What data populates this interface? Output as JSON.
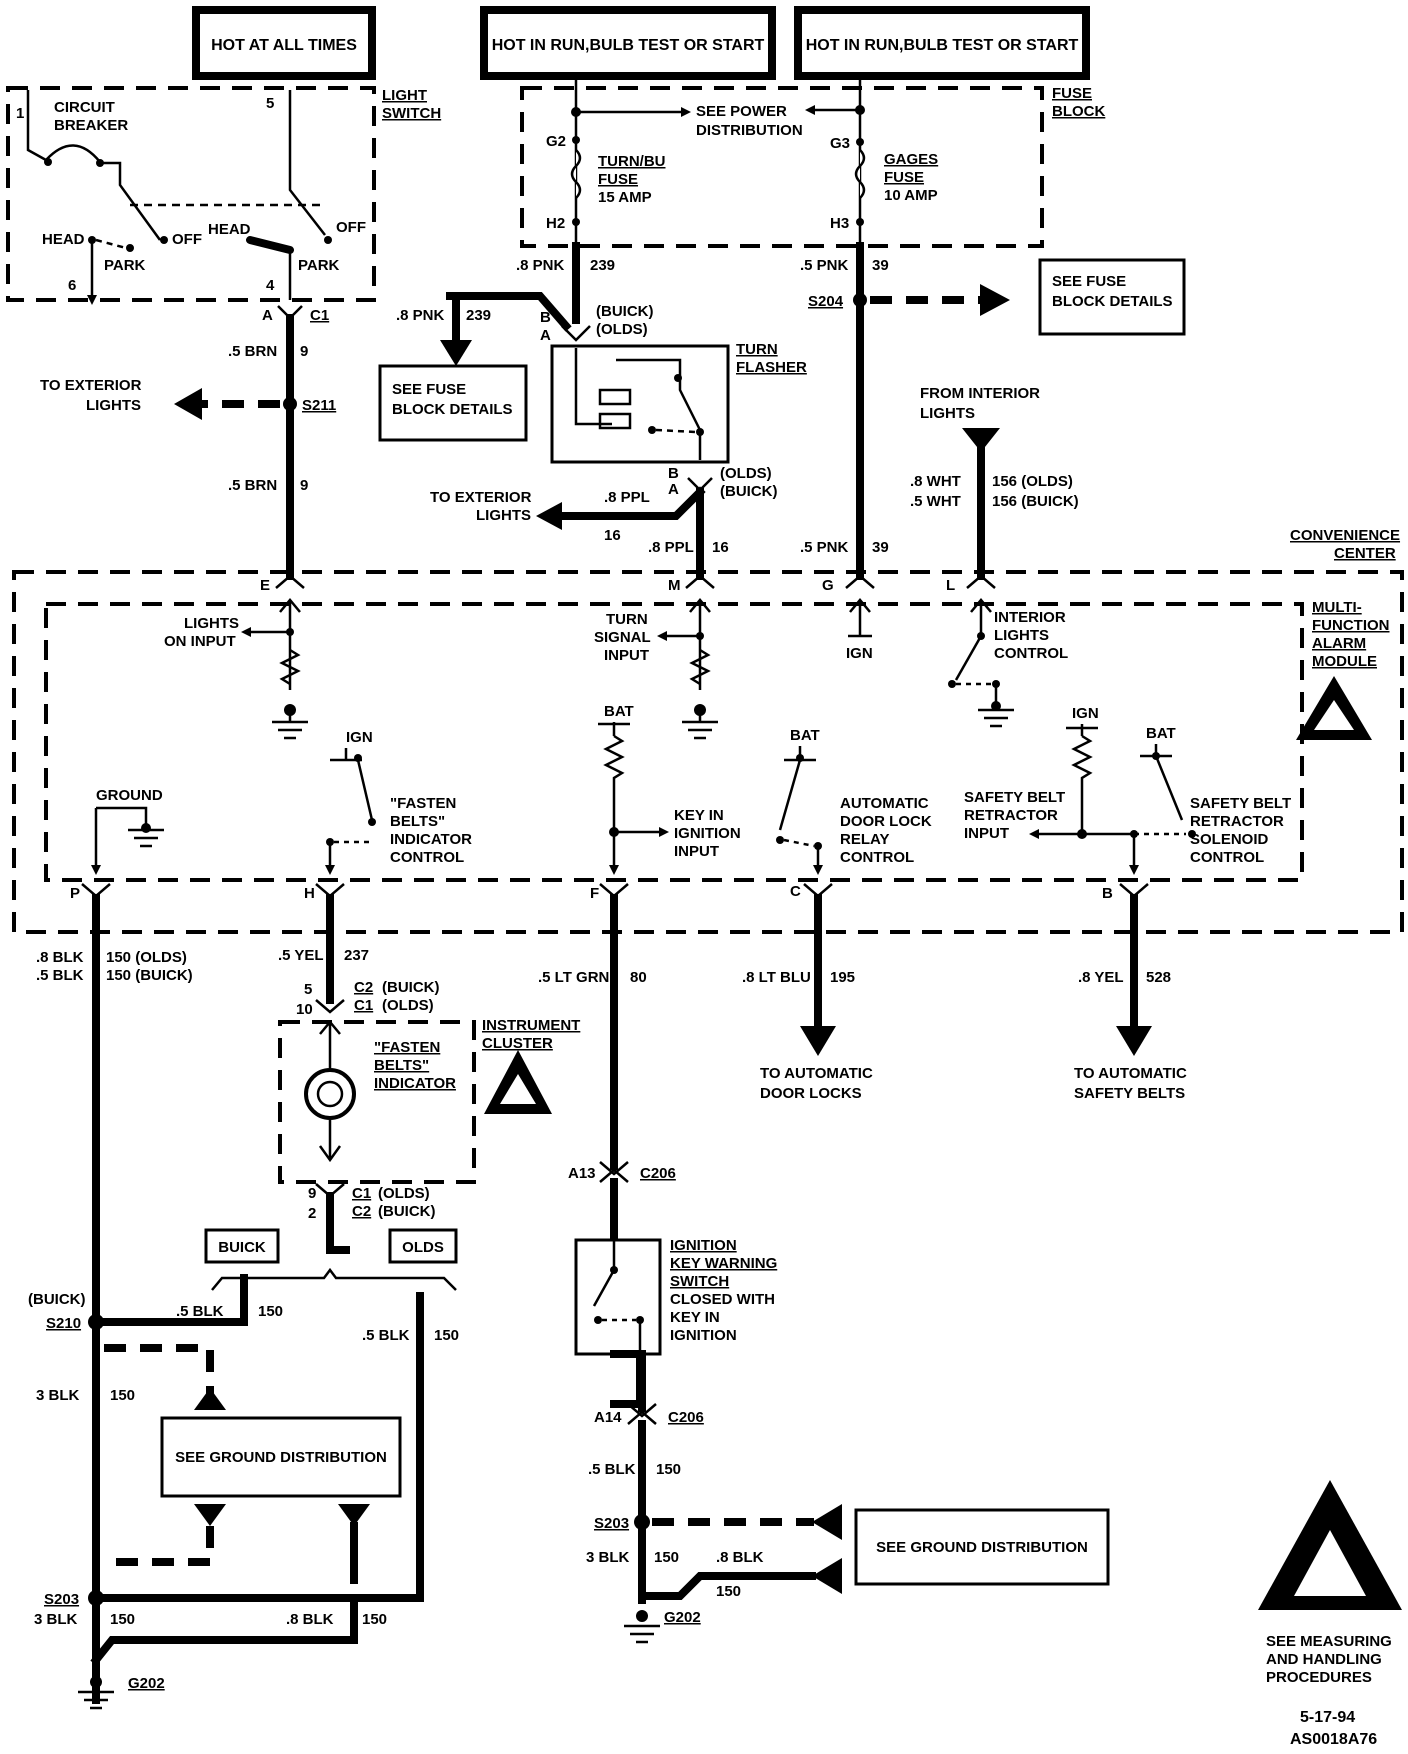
{
  "headers": [
    "HOT AT ALL TIMES",
    "HOT IN RUN,BULB TEST OR START",
    "HOT IN RUN,BULB TEST OR START"
  ],
  "components": {
    "light_switch": [
      "LIGHT",
      "SWITCH"
    ],
    "circuit_breaker": [
      "CIRCUIT",
      "BREAKER"
    ],
    "fuse_block": [
      "FUSE",
      "BLOCK"
    ],
    "turn_fuse": [
      "TURN/BU",
      "FUSE",
      "15 AMP"
    ],
    "gages_fuse": [
      "GAGES",
      "FUSE",
      "10 AMP"
    ],
    "turn_flasher": [
      "TURN",
      "FLASHER"
    ],
    "convenience_center": [
      "CONVENIENCE",
      "CENTER"
    ],
    "alarm_module": [
      "MULTI-",
      "FUNCTION",
      "ALARM",
      "MODULE"
    ],
    "instrument_cluster": [
      "INSTRUMENT",
      "CLUSTER"
    ],
    "fasten_indicator": [
      "\"FASTEN",
      "BELTS\"",
      "INDICATOR"
    ],
    "key_switch": [
      "IGNITION",
      "KEY WARNING",
      "SWITCH",
      "CLOSED WITH",
      "KEY IN",
      "IGNITION"
    ]
  },
  "switch_labels": {
    "head": "HEAD",
    "park": "PARK",
    "off": "OFF",
    "pin1": "1",
    "pin5": "5",
    "pin6": "6",
    "pin4": "4"
  },
  "reference_boxes": {
    "fuse_details_left": [
      "SEE FUSE",
      "BLOCK DETAILS"
    ],
    "fuse_details_right": [
      "SEE FUSE",
      "BLOCK DETAILS"
    ],
    "ground_left": "SEE  GROUND  DISTRIBUTION",
    "ground_right": "SEE GROUND DISTRIBUTION",
    "buick": "BUICK",
    "olds": "OLDS"
  },
  "pointers": {
    "power_distribution": [
      "SEE POWER",
      "DISTRIBUTION"
    ],
    "exterior_lights_1": [
      "TO EXTERIOR",
      "LIGHTS"
    ],
    "exterior_lights_2": [
      "TO EXTERIOR",
      "LIGHTS"
    ],
    "from_interior": [
      "FROM INTERIOR",
      "LIGHTS"
    ],
    "door_locks": [
      "TO AUTOMATIC",
      "DOOR LOCKS"
    ],
    "safety_belts": [
      "TO AUTOMATIC",
      "SAFETY BELTS"
    ]
  },
  "module_labels": {
    "lights_on": [
      "LIGHTS",
      "ON INPUT"
    ],
    "turn_signal": [
      "TURN",
      "SIGNAL",
      "INPUT"
    ],
    "ign": "IGN",
    "interior_control": [
      "INTERIOR",
      "LIGHTS",
      "CONTROL"
    ],
    "bat": "BAT",
    "ground": "GROUND",
    "fasten_control": [
      "\"FASTEN",
      "BELTS\"",
      "INDICATOR",
      "CONTROL"
    ],
    "key_input": [
      "KEY IN",
      "IGNITION",
      "INPUT"
    ],
    "door_relay": [
      "AUTOMATIC",
      "DOOR LOCK",
      "RELAY",
      "CONTROL"
    ],
    "retractor_input": [
      "SAFETY BELT",
      "RETRACTOR",
      "INPUT"
    ],
    "retractor_solenoid": [
      "SAFETY BELT",
      "RETRACTOR",
      "SOLENOID",
      "CONTROL"
    ]
  },
  "pins": {
    "G2": "G2",
    "H2": "H2",
    "G3": "G3",
    "H3": "H3",
    "A": "A",
    "B": "B",
    "E": "E",
    "M": "M",
    "G": "G",
    "L": "L",
    "P": "P",
    "H": "H",
    "F": "F",
    "C": "C",
    "c1": "C1",
    "c2": "C2",
    "c2_buick": "(BUICK)",
    "c1_olds": "(OLDS)",
    "c1_olds_b": "(OLDS)",
    "c2_buick_b": "(BUICK)",
    "p5": "5",
    "p10": "10",
    "p9": "9",
    "p2": "2",
    "buick_tag": "(BUICK)",
    "olds_tag": "(OLDS)",
    "olds_tag2": "(OLDS)",
    "buick_tag2": "(BUICK)",
    "A13": "A13",
    "A14": "A14",
    "C206": "C206"
  },
  "wires": {
    "pnk239": [
      ".8 PNK",
      "239"
    ],
    "pnk239b": [
      ".8 PNK",
      "239"
    ],
    "pnk39": [
      ".5 PNK",
      "39"
    ],
    "pnk39b": [
      ".5 PNK",
      "39"
    ],
    "brn9a": [
      ".5 BRN",
      "9"
    ],
    "brn9b": [
      ".5 BRN",
      "9"
    ],
    "ppl16a": [
      ".8 PPL",
      "16"
    ],
    "ppl16b": [
      ".8 PPL",
      "16"
    ],
    "wht156a": [
      ".8 WHT",
      "156 (OLDS)"
    ],
    "wht156b": [
      ".5  WHT",
      "156 (BUICK)"
    ],
    "blk150a": [
      ".8 BLK",
      "150 (OLDS)"
    ],
    "blk150b": [
      ".5 BLK",
      "150 (BUICK)"
    ],
    "yel237": [
      ".5 YEL",
      "237"
    ],
    "grn80": [
      ".5 LT GRN",
      "80"
    ],
    "blu195": [
      ".8 LT BLU",
      "195"
    ],
    "yel528": [
      ".8 YEL",
      "528"
    ],
    "blk150c": [
      ".5  BLK",
      "150"
    ],
    "blk150d": [
      ".5  BLK",
      "150"
    ],
    "blk150e": [
      "3  BLK",
      "150"
    ],
    "blk150f": [
      "3  BLK",
      "150"
    ],
    "blk150g": [
      ".8  BLK",
      "150"
    ],
    "blk150h": [
      ".5 BLK",
      "150"
    ],
    "blk150i": [
      "3 BLK",
      "150"
    ],
    "blk150j": [
      ".8 BLK",
      "150"
    ]
  },
  "splices": {
    "S204": "S204",
    "S211": "S211",
    "S210": "S210",
    "S203a": "S203",
    "S203b": "S203",
    "G202a": "G202",
    "G202b": "G202"
  },
  "footer": {
    "esd_note": [
      "SEE MEASURING",
      "AND HANDLING",
      "PROCEDURES"
    ],
    "date": "5-17-94",
    "code": "AS0018A76"
  }
}
